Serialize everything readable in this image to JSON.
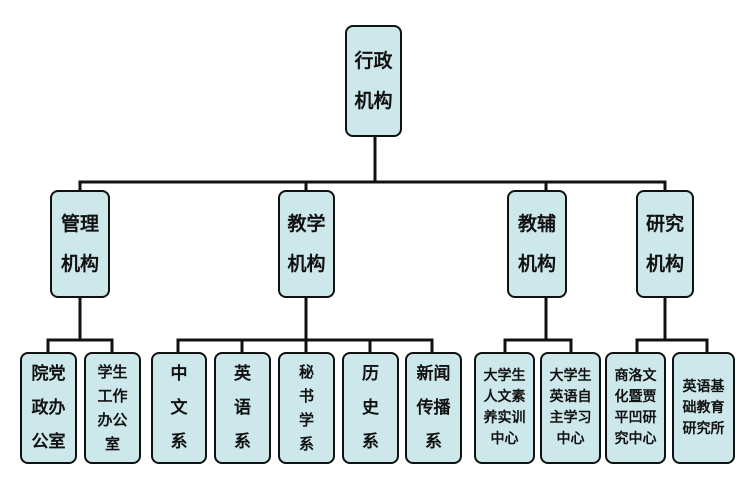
{
  "root": {
    "line1": "行政",
    "line2": "机构"
  },
  "branches": [
    {
      "line1": "管理",
      "line2": "机构"
    },
    {
      "line1": "教学",
      "line2": "机构"
    },
    {
      "line1": "教辅",
      "line2": "机构"
    },
    {
      "line1": "研究",
      "line2": "机构"
    }
  ],
  "leaves": {
    "dang_zheng": [
      "院党",
      "政办",
      "公室"
    ],
    "xue_gong": [
      "学生",
      "工作",
      "办公",
      "室"
    ],
    "zhongwen": [
      "中",
      "文",
      "系"
    ],
    "yingyu": [
      "英",
      "语",
      "系"
    ],
    "mishu": [
      "秘",
      "书",
      "学",
      "系"
    ],
    "lishi": [
      "历",
      "史",
      "系"
    ],
    "xinwen": [
      "新闻",
      "传播",
      "系"
    ],
    "renwen": [
      "大学生",
      "人文素",
      "养实训",
      "中心"
    ],
    "yingyu_zizhu": [
      "大学生",
      "英语自",
      "主学习",
      "中心"
    ],
    "shangluo": [
      "商洛文",
      "化暨贾",
      "平凹研",
      "究中心"
    ],
    "yingyu_jichu": [
      "英语基",
      "础教育",
      "研究所"
    ]
  }
}
